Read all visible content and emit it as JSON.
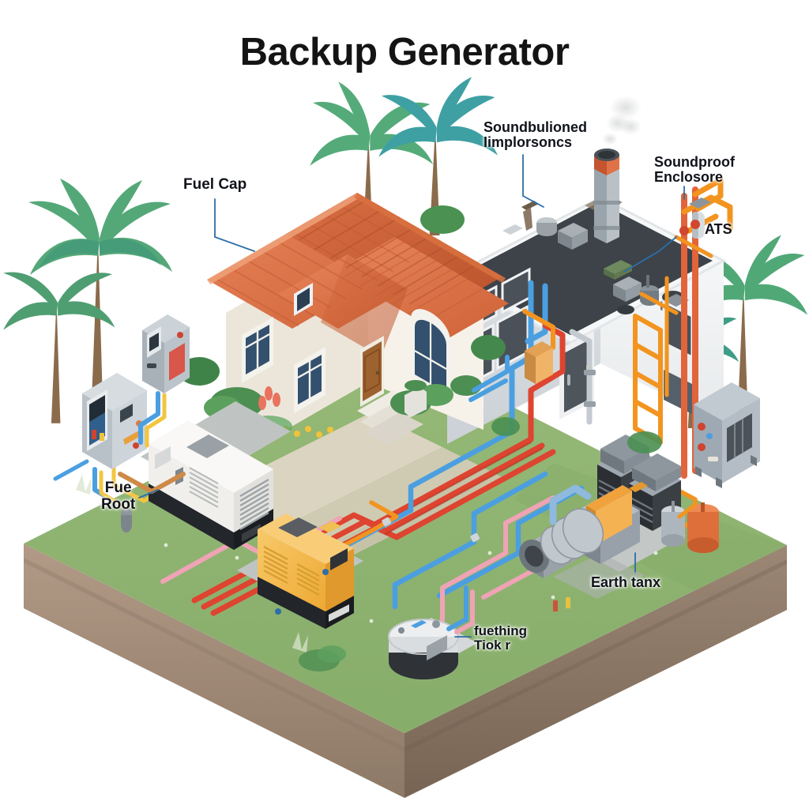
{
  "title": "Backup Generator",
  "labels": {
    "fuel_cap": "Fuel Cap",
    "soundproof_top": "Soundbulioned\nIimplorsoncs",
    "soundproof_right": "Soundproof\nEnclosore",
    "ats": "ATS",
    "fuel_root": "Fue\nRoot",
    "earth_tank": "Earth tanx",
    "breathing_tank": "fuething\nTiok r"
  },
  "colors": {
    "title_text": "#141414",
    "label_text": "#10131a",
    "leader_line": "#2d6ea8",
    "grass_top": "#8fb472",
    "grass_shade": "#7aa35f",
    "soil_light": "#a8907d",
    "soil_dark": "#7d6a59",
    "roof_terracotta": "#e2764a",
    "roof_terracotta_dark": "#c45a33",
    "house_wall": "#f1ece2",
    "house_wall_shade": "#ddd6c9",
    "building_wall": "#f4f5f6",
    "building_wall_shade": "#d8dce0",
    "building_roof": "#3d4349",
    "generator_white": "#f2f1ee",
    "generator_yellow": "#f2b44a",
    "generator_base": "#24262b",
    "concrete_pad": "#b9bdbc",
    "pipe_red": "#de4430",
    "pipe_blue": "#4b9fe0",
    "pipe_orange": "#f2941f",
    "pipe_pink": "#efa3b5",
    "pipe_yellow": "#f3c53f",
    "metal_gray": "#9aa3ab",
    "tank_orange": "#e2703c",
    "palm_green": "#4fa374",
    "palm_teal": "#3e9b9b",
    "window_glass": "#3b4e62",
    "door_wood": "#9a5f2c"
  },
  "scene_elements": {
    "house": "residential-house-terracotta-roof",
    "commercial_building": "commercial-building-flat-roof",
    "exhaust_stack": "exhaust-stack-with-smoke",
    "standby_generator": "white-standby-generator",
    "mobile_generator": "yellow-mobile-generator",
    "turbine": "gas-turbine-engine-assembly",
    "control_panels": "electrical-control-cabinets",
    "underground_tank": "underground-fuel-tank",
    "orange_tank": "orange-propane-tank",
    "ats_cabinet": "automatic-transfer-switch-cabinet",
    "palms": "palm-trees",
    "piping": "isometric-pipe-network"
  }
}
